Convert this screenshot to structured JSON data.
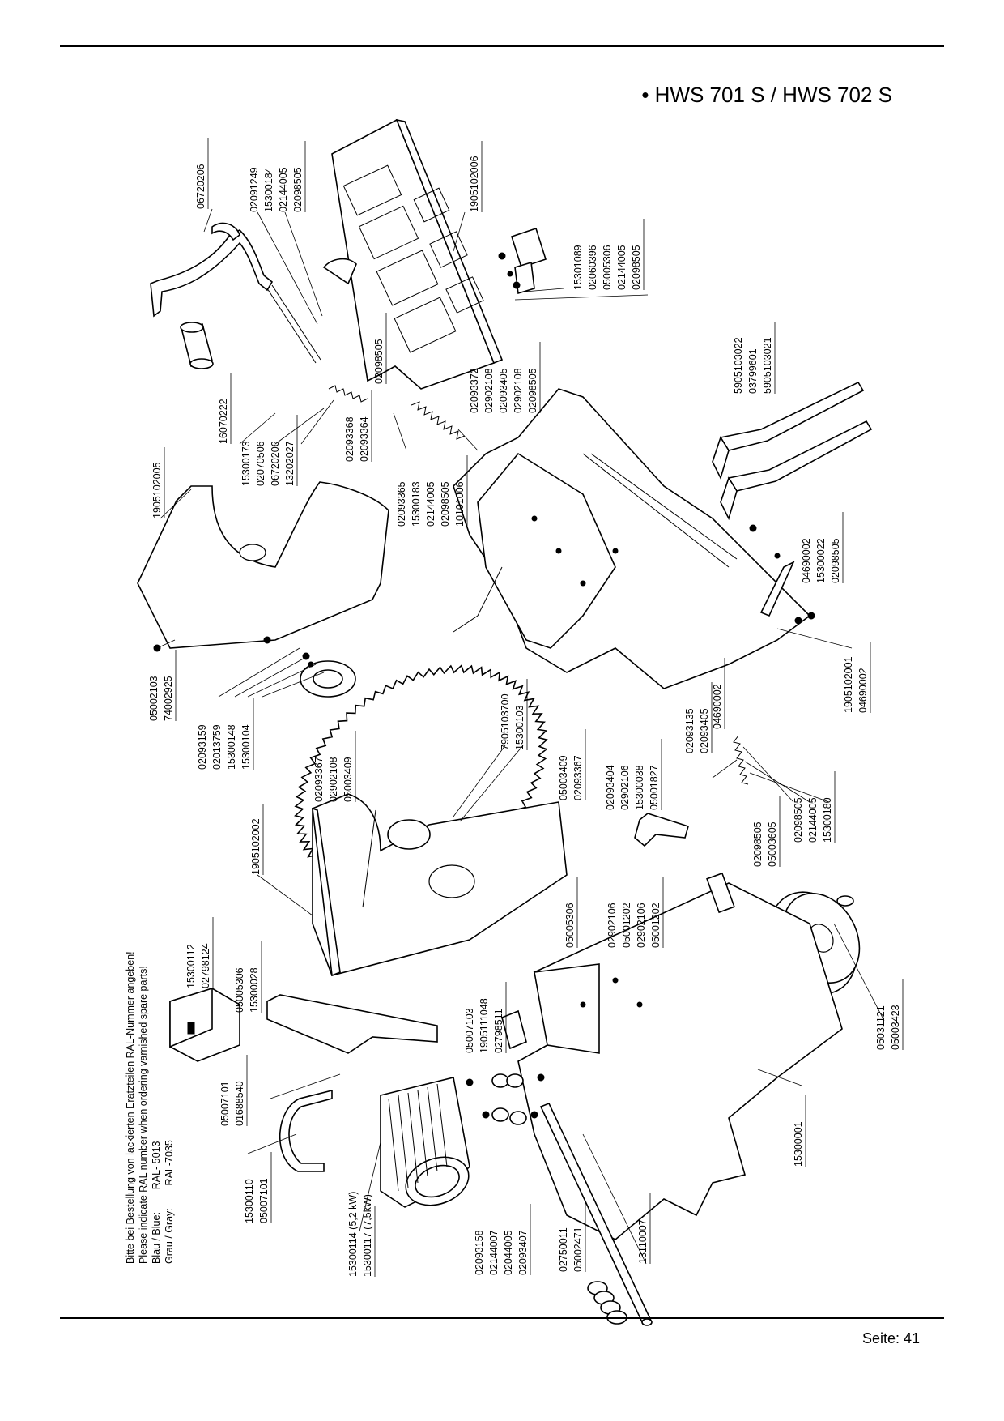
{
  "header": {
    "title": "• HWS 701 S / HWS 702 S"
  },
  "footer": {
    "page": "Seite: 41"
  },
  "note": {
    "lines": [
      "Bitte bei Bestellung von lackierten Eratzteilen RAL-Nummer angeben!",
      "Please indicate RAL number when ordering varnished spare parts!",
      "Blau / Blue:        RAL- 5013",
      "Grau / Gray:        RAL-7035"
    ]
  },
  "groups": [
    {
      "name": "g-06720206",
      "labels": [
        "06720206"
      ]
    },
    {
      "name": "g-02091249",
      "labels": [
        "02091249",
        "15300184",
        "02144005",
        "02098505"
      ]
    },
    {
      "name": "g-1905102006",
      "labels": [
        "1905102006"
      ]
    },
    {
      "name": "g-15301089",
      "labels": [
        "15301089",
        "02060396",
        "05005306",
        "02144005",
        "02098505"
      ]
    },
    {
      "name": "g-16070222",
      "labels": [
        "16070222"
      ]
    },
    {
      "name": "g-15300173",
      "labels": [
        "15300173",
        "02070506",
        "06720206",
        "13202027"
      ]
    },
    {
      "name": "g-02098505-top",
      "labels": [
        "02098505"
      ]
    },
    {
      "name": "g-02093368",
      "labels": [
        "02093368",
        "02093364"
      ]
    },
    {
      "name": "g-02093372",
      "labels": [
        "02093372",
        "02902108",
        "02093405",
        "02902108",
        "02098505"
      ]
    },
    {
      "name": "g-02093365",
      "labels": [
        "02093365",
        "15300183",
        "02144005",
        "02098505",
        "10101006"
      ]
    },
    {
      "name": "g-5905103022",
      "labels": [
        "5905103022",
        "03799601",
        "5905103021"
      ]
    },
    {
      "name": "g-1905102005",
      "labels": [
        "1905102005"
      ]
    },
    {
      "name": "g-04690002-a",
      "labels": [
        "04690002",
        "15300022",
        "02098505"
      ]
    },
    {
      "name": "g-05002103",
      "labels": [
        "05002103",
        "74002925"
      ]
    },
    {
      "name": "g-02093159",
      "labels": [
        "02093159",
        "02013759",
        "15300148",
        "15300104"
      ]
    },
    {
      "name": "g-1905102001",
      "labels": [
        "1905102001",
        "04690002"
      ]
    },
    {
      "name": "g-7905103700",
      "labels": [
        "7905103700",
        "15300103"
      ]
    },
    {
      "name": "g-02093367-l",
      "labels": [
        "02093367",
        "02902108",
        "05003409"
      ]
    },
    {
      "name": "g-05003409-r",
      "labels": [
        "05003409",
        "02093367"
      ]
    },
    {
      "name": "g-02093404",
      "labels": [
        "02093404",
        "02902106",
        "15300038",
        "05001827"
      ]
    },
    {
      "name": "g-02093135",
      "labels": [
        "02093135",
        "02093405"
      ]
    },
    {
      "name": "g-04690002-b",
      "labels": [
        "04690002"
      ]
    },
    {
      "name": "g-02098505-mid",
      "labels": [
        "02098505",
        "02144005",
        "15300180"
      ]
    },
    {
      "name": "g-02098505-low",
      "labels": [
        "02098505",
        "05003605"
      ]
    },
    {
      "name": "g-1905102002",
      "labels": [
        "1905102002"
      ]
    },
    {
      "name": "g-02902106",
      "labels": [
        "02902106",
        "05001202",
        "02902106",
        "05001202"
      ]
    },
    {
      "name": "g-05005306-c",
      "labels": [
        "05005306"
      ]
    },
    {
      "name": "g-15300112",
      "labels": [
        "15300112",
        "02798124"
      ]
    },
    {
      "name": "g-05005306-l",
      "labels": [
        "05005306",
        "15300028"
      ]
    },
    {
      "name": "g-05007103",
      "labels": [
        "05007103",
        "1905111048",
        "02798511"
      ]
    },
    {
      "name": "g-05031121",
      "labels": [
        "05031121",
        "05003423"
      ]
    },
    {
      "name": "g-05007101-a",
      "labels": [
        "05007101",
        "01688540"
      ]
    },
    {
      "name": "g-15300110",
      "labels": [
        "15300110",
        "05007101"
      ]
    },
    {
      "name": "g-motor",
      "labels": [
        "15300114 (5,2 kW)",
        "15300117 (7,5kW)"
      ]
    },
    {
      "name": "g-02093158",
      "labels": [
        "02093158",
        "02144007",
        "02044005",
        "02093407"
      ]
    },
    {
      "name": "g-02750011",
      "labels": [
        "02750011",
        "05002471"
      ]
    },
    {
      "name": "g-13110007",
      "labels": [
        "13110007"
      ]
    },
    {
      "name": "g-15300001",
      "labels": [
        "15300001"
      ]
    }
  ]
}
